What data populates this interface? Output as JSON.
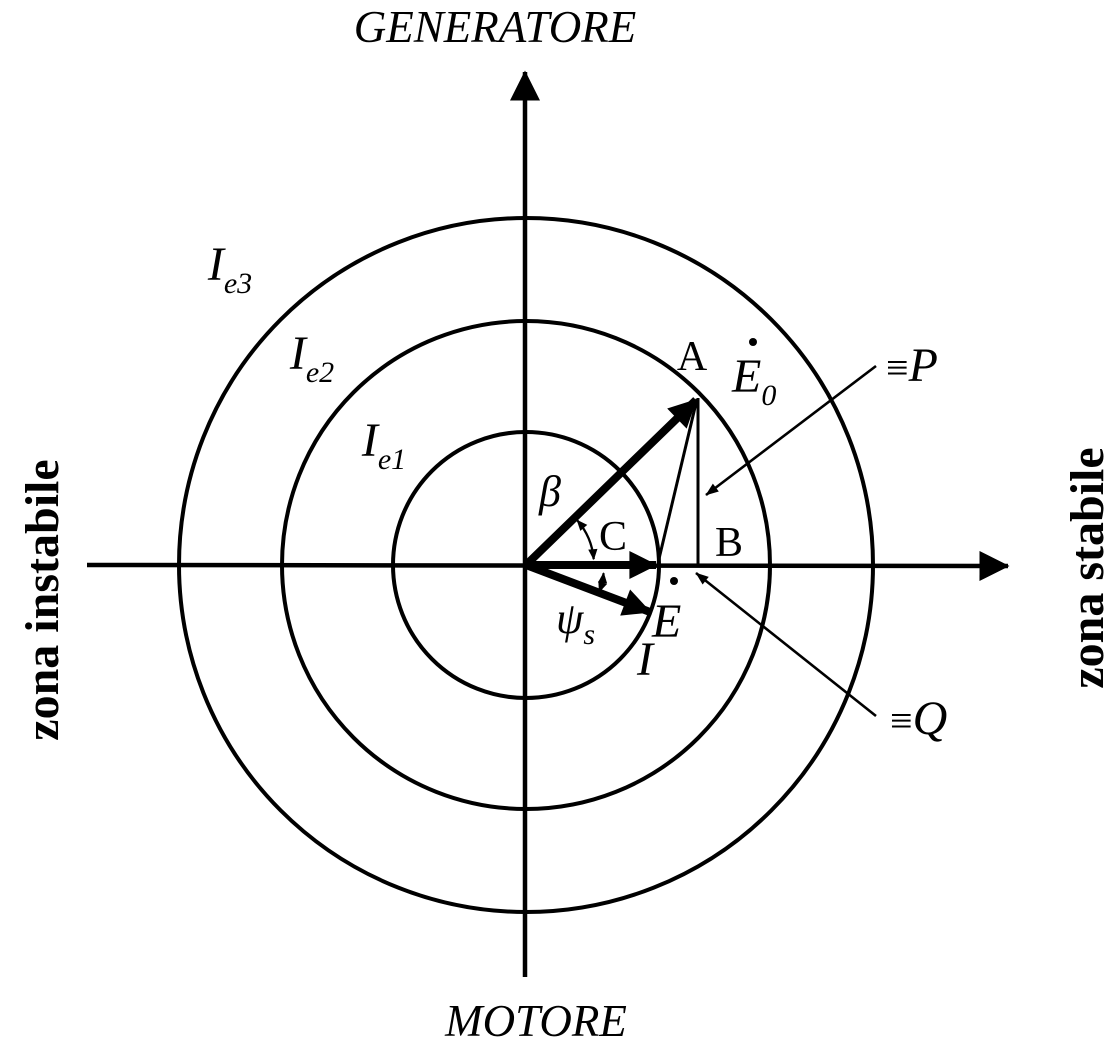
{
  "diagram": {
    "labels": {
      "generator": "GENERATORE",
      "motor": "MOTORE",
      "unstable_zone": "zona instabile",
      "stable_zone": "zona stabile"
    },
    "excitation_circles": [
      {
        "base": "I",
        "sub": "e1"
      },
      {
        "base": "I",
        "sub": "e2"
      },
      {
        "base": "I",
        "sub": "e3"
      }
    ],
    "points": {
      "a": "A",
      "b": "B",
      "c": "C"
    },
    "phasors": {
      "e0": {
        "base": "E",
        "sub": "0"
      },
      "e": {
        "base": "E"
      },
      "i": {
        "base": "I"
      }
    },
    "angles": {
      "beta": "β",
      "psi": {
        "base": "ψ",
        "sub": "s"
      }
    },
    "pointers": {
      "p_equiv": "≡",
      "p_var": "P",
      "q_equiv": "≡",
      "q_var": "Q"
    },
    "colors": {
      "ink": "#000000",
      "background": "#ffffff"
    }
  }
}
